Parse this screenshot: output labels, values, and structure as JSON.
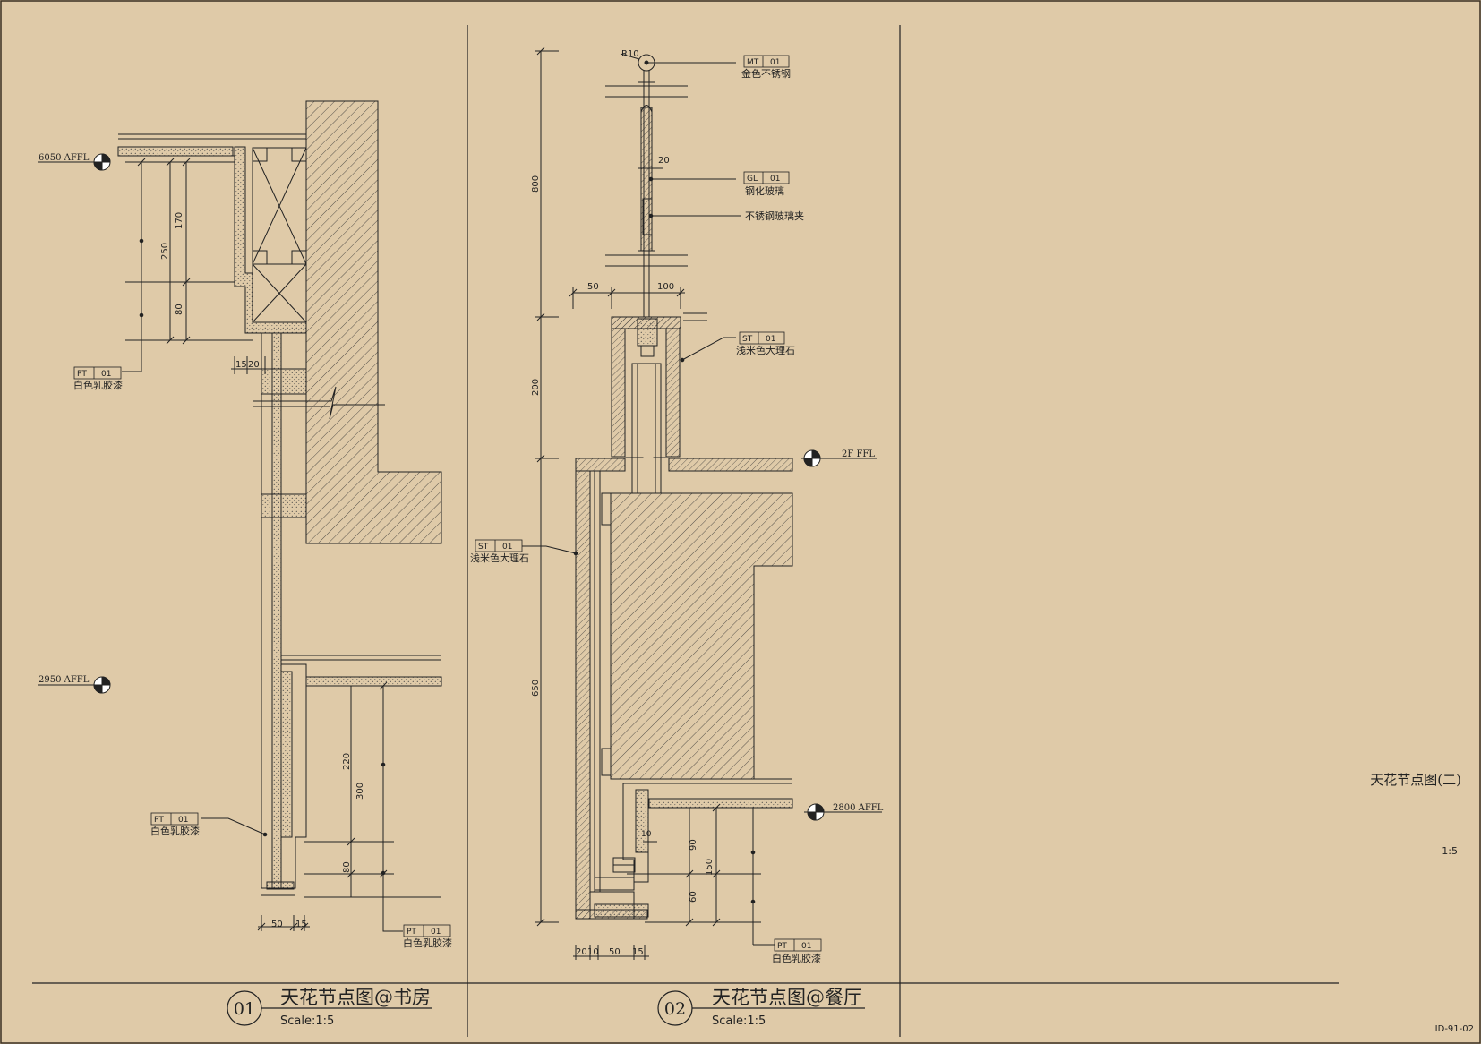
{
  "sheet": {
    "title": "天花节点图(二)",
    "scale": "1:5",
    "drawing_no": "ID-91-02"
  },
  "detail1": {
    "number": "01",
    "title": "天花节点图@书房",
    "scale": "Scale:1:5",
    "levels": [
      "6050 AFFL",
      "2950 AFFL"
    ],
    "tags": [
      {
        "code": "PT",
        "num": "01",
        "desc": "白色乳胶漆"
      },
      {
        "code": "PT",
        "num": "01",
        "desc": "白色乳胶漆"
      },
      {
        "code": "PT",
        "num": "01",
        "desc": "白色乳胶漆"
      }
    ],
    "dims": {
      "upper_v": [
        "170",
        "250",
        "80"
      ],
      "upper_h": [
        "15",
        "20"
      ],
      "lower_v": [
        "220",
        "300",
        "80"
      ],
      "lower_h": [
        "50",
        "15"
      ]
    }
  },
  "detail2": {
    "number": "02",
    "title": "天花节点图@餐厅",
    "scale": "Scale:1:5",
    "levels": [
      "2F FFL",
      "2800 AFFL"
    ],
    "radius": "R10",
    "tags": [
      {
        "code": "MT",
        "num": "01",
        "desc": "金色不锈钢"
      },
      {
        "code": "GL",
        "num": "01",
        "desc": "钢化玻璃"
      },
      {
        "code": "",
        "num": "",
        "desc": "不锈钢玻璃夹"
      },
      {
        "code": "ST",
        "num": "01",
        "desc": "浅米色大理石"
      },
      {
        "code": "ST",
        "num": "01",
        "desc": "浅米色大理石"
      },
      {
        "code": "PT",
        "num": "01",
        "desc": "白色乳胶漆"
      }
    ],
    "dims": {
      "overall_v": [
        "800",
        "200",
        "650"
      ],
      "glass_gap": "20",
      "top_h": [
        "50",
        "100"
      ],
      "lower_v": [
        "90",
        "150",
        "60"
      ],
      "small": "10",
      "bottom_h": [
        "20",
        "10",
        "50",
        "15"
      ]
    }
  },
  "colors": {
    "background": "#dfcaa8",
    "line": "#222222",
    "frame": "#3a2f22"
  }
}
